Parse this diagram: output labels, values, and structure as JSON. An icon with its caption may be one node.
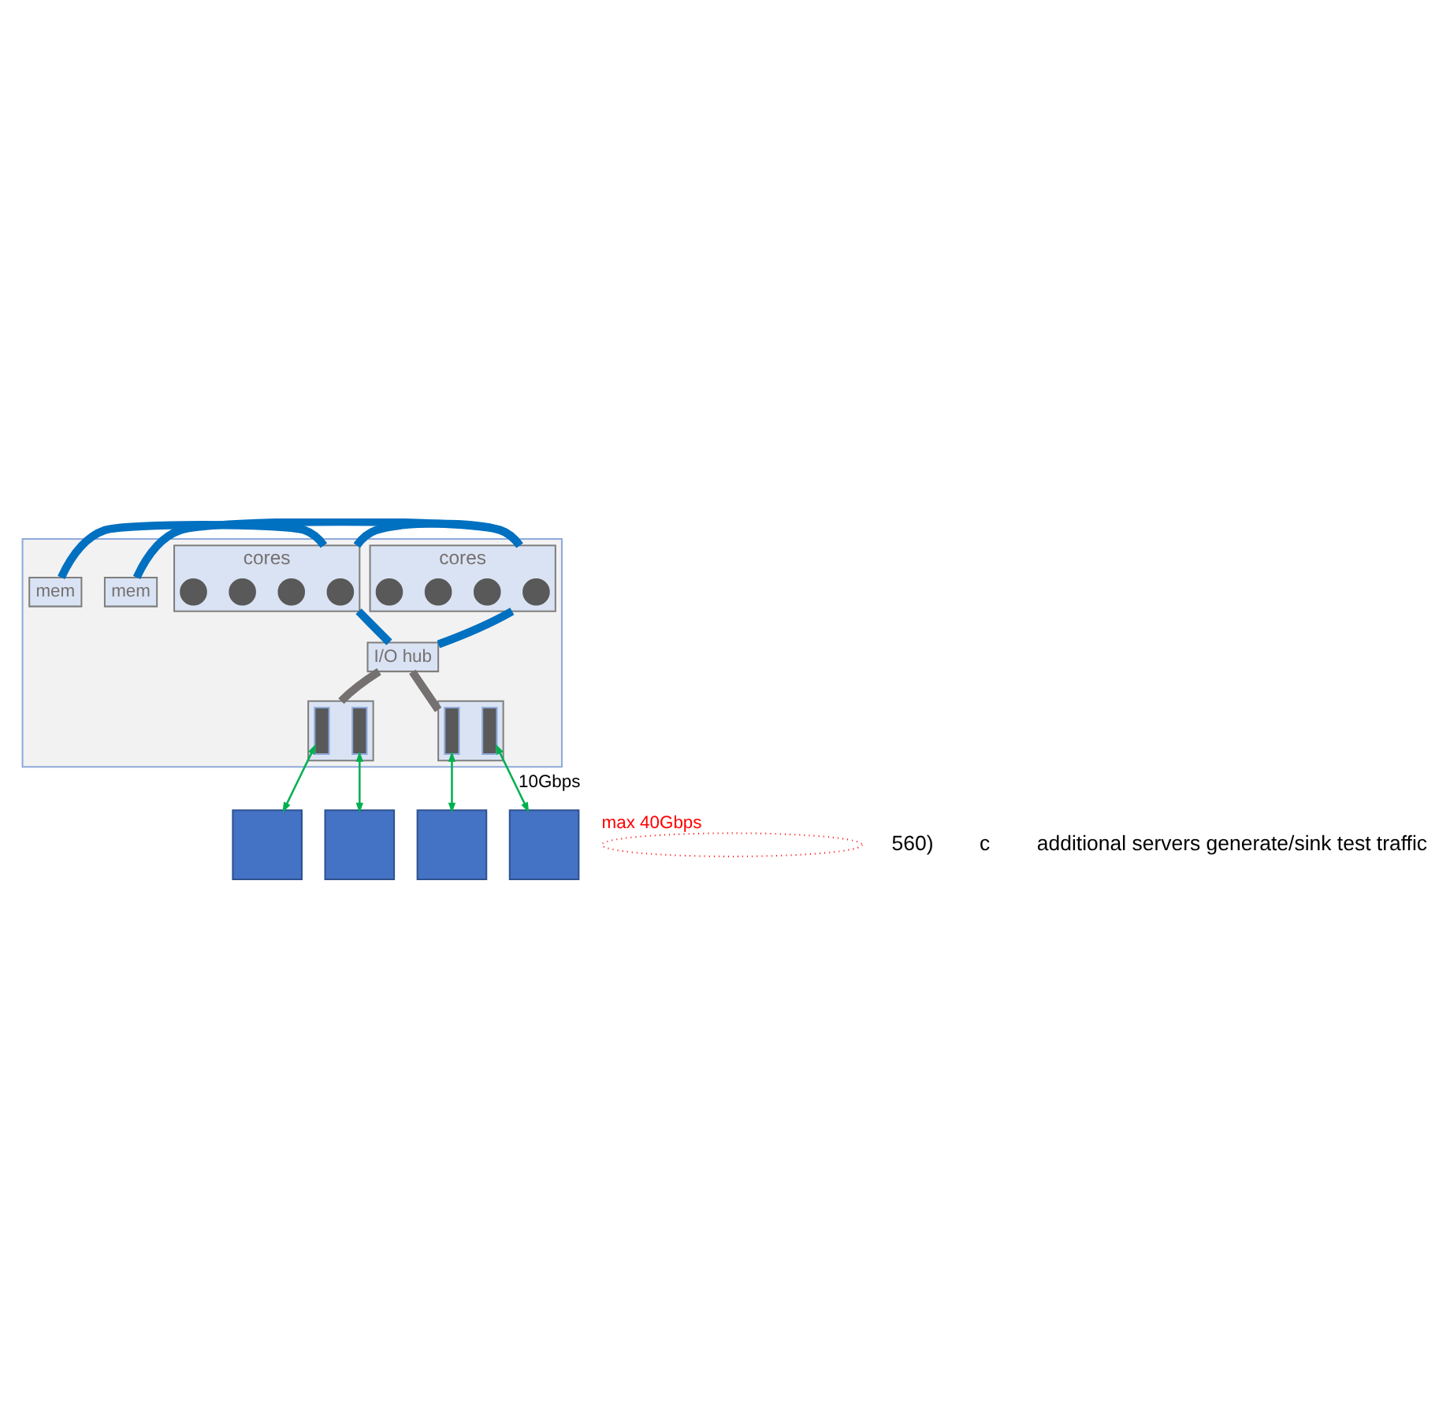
{
  "diagram": {
    "nodes": [
      {
        "text": [],
        "shape": "box"
      },
      {
        "text": [
          "mem"
        ],
        "in": 0
      },
      {
        "text": [
          "cores"
        ],
        "in": 0
      },
      {
        "text": [],
        "shape": "circle",
        "in": 2
      },
      {
        "text": [],
        "shape": "circle",
        "in": 2
      },
      {
        "text": [],
        "shape": "circle",
        "in": 2
      },
      {
        "text": [],
        "shape": "circle",
        "in": 2
      },
      {
        "text": [
          "cores"
        ],
        "in": 0
      },
      {
        "text": [],
        "shape": "circle",
        "in": 7
      },
      {
        "text": [],
        "shape": "circle",
        "in": 7
      },
      {
        "text": [],
        "shape": "circle",
        "in": 7
      },
      {
        "text": [],
        "shape": "circle",
        "in": 7
      },
      {
        "text": [
          "mem"
        ],
        "in": 0
      },
      {
        "text": [
          "I/O hub"
        ],
        "in": 0
      },
      {
        "text": [],
        "shape": "box",
        "in": 0
      },
      {
        "text": [],
        "shape": "bar",
        "in": 14
      },
      {
        "text": [],
        "shape": "bar",
        "in": 14
      },
      {
        "text": [],
        "shape": "box",
        "in": 0
      },
      {
        "text": [],
        "shape": "bar",
        "in": 17
      },
      {
        "text": [],
        "shape": "bar",
        "in": 17
      },
      {
        "text": [],
        "shape": "ellipse",
        "beside": [
          "max 40Gbps"
        ]
      },
      {
        "text": [],
        "shape": "box"
      },
      {
        "text": [],
        "shape": "box"
      },
      {
        "text": [],
        "shape": "box"
      },
      {
        "text": [],
        "shape": "box"
      }
    ],
    "edges": [
      {
        "from": 1,
        "to": 2,
        "arrow": "none",
        "color": "#0070c0"
      },
      {
        "from": 2,
        "to": 7,
        "arrow": "none",
        "color": "#0070c0"
      },
      {
        "from": 7,
        "to": 12,
        "arrow": "none",
        "color": "#0070c0"
      },
      {
        "from": 2,
        "to": 13,
        "arrow": "none",
        "color": "#0070c0"
      },
      {
        "from": 7,
        "to": 13,
        "arrow": "none",
        "color": "#0070c0"
      },
      {
        "from": 13,
        "to": 14,
        "arrow": "none",
        "color": "#767171"
      },
      {
        "from": 13,
        "to": 17,
        "arrow": "none",
        "color": "#767171"
      },
      {
        "from": 15,
        "to": 21,
        "arrow": "both",
        "color": "#00b050"
      },
      {
        "from": 16,
        "to": 22,
        "arrow": "both",
        "color": "#00b050"
      },
      {
        "from": 18,
        "to": 23,
        "arrow": "both",
        "color": "#00b050"
      },
      {
        "from": 19,
        "to": 24,
        "arrow": "both",
        "label": "10Gbps",
        "color": "#00b050"
      }
    ],
    "labels": [
      "560)",
      "c",
      "additional servers generate/sink test traffic"
    ]
  }
}
